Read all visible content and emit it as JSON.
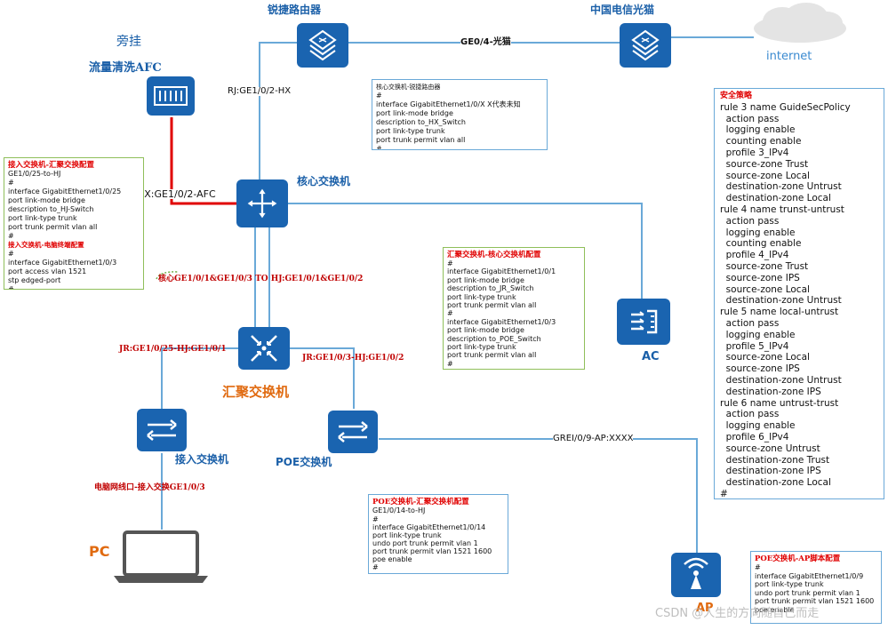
{
  "devices": {
    "router": "锐捷路由器",
    "telecom_modem": "中国电信光猫",
    "internet": "internet",
    "afc_bypass": "旁挂",
    "afc": "流量清洗AFC",
    "core_switch": "核心交换机",
    "agg_switch": "汇聚交换机",
    "access_switch": "接入交换机",
    "poe_switch": "POE交换机",
    "ac": "AC",
    "pc": "PC",
    "ap": "AP"
  },
  "links": {
    "router_modem": "GE0/4-光猫",
    "router_core": "RJ:GE1/0/2-HX",
    "afc_core": "HX:GE1/0/2-AFC",
    "core_agg": "核心GE1/0/1&GE1/0/3 TO HJ:GE1/0/1&GE1/0/2",
    "agg_access": "JR:GE1/0/25-HJ:GE1/0/1",
    "agg_poe": "JR:GE1/0/3-HJ:GE1/0/2",
    "poe_ap": "GREI/0/9-AP:XXXX",
    "pc_access": "电脑网线口-接入交换GE1/0/3"
  },
  "config_boxes": {
    "core_router": {
      "title": "核心交换机-锐捷路由器",
      "lines": [
        "#",
        "interface GigabitEthernet1/0/X  X代表未知",
        " port link-mode bridge",
        " description to_HX_Switch",
        " port link-type trunk",
        " port trunk permit vlan all",
        "#"
      ]
    },
    "access_agg": {
      "title": "接入交换机-汇聚交换配置",
      "lines": [
        "GE1/0/25-to-HJ",
        "#",
        "interface GigabitEthernet1/0/25",
        " port link-mode bridge",
        " description to_HJ-Switch",
        " port link-type trunk",
        " port trunk permit vlan all",
        "#"
      ],
      "title2": "接入交换机-电脑终端配置",
      "lines2": [
        "#",
        "interface GigabitEthernet1/0/3",
        " port access vlan 1521",
        " stp edged-port",
        "#"
      ]
    },
    "agg_core": {
      "title": "汇聚交换机-核心交换机配置",
      "lines": [
        "#",
        "interface GigabitEthernet1/0/1",
        " port link-mode bridge",
        " description to_JR_Switch",
        " port link-type trunk",
        " port trunk permit vlan all",
        "#",
        "interface GigabitEthernet1/0/3",
        " port link-mode bridge",
        " description to_POE_Switch",
        " port link-type trunk",
        " port trunk permit vlan all",
        "#"
      ]
    },
    "poe_agg": {
      "title": "POE交换机-汇聚交换机配置",
      "lines": [
        "GE1/0/14-to-HJ",
        "#",
        "interface GigabitEthernet1/0/14",
        " port link-type trunk",
        " undo port trunk permit vlan 1",
        " port trunk permit vlan 1521 1600",
        " poe enable",
        "#"
      ]
    },
    "poe_ap": {
      "title": "POE交换机-AP脚本配置",
      "lines": [
        "#",
        "interface GigabitEthernet1/0/9",
        " port link-type trunk",
        " undo port trunk permit vlan 1",
        " port trunk permit vlan 1521 1600",
        " poe enable"
      ]
    }
  },
  "security_policy": {
    "title": "安全策略",
    "lines": [
      "rule 3 name GuideSecPolicy",
      "  action pass",
      "  logging enable",
      "  counting enable",
      "  profile 3_IPv4",
      "  source-zone Trust",
      "  source-zone Local",
      "  destination-zone Untrust",
      "  destination-zone Local",
      "rule 4 name trunst-untrust",
      "  action pass",
      "  logging enable",
      "  counting enable",
      "  profile 4_IPv4",
      "  source-zone Trust",
      "  source-zone IPS",
      "  source-zone Local",
      "  destination-zone Untrust",
      "rule 5 name local-untrust",
      "  action pass",
      "  logging enable",
      "  profile 5_IPv4",
      "  source-zone Local",
      "  source-zone IPS",
      "  destination-zone Untrust",
      "  destination-zone IPS",
      "rule 6 name untrust-trust",
      "  action pass",
      "  logging enable",
      "  profile 6_IPv4",
      "  source-zone Untrust",
      "  destination-zone Trust",
      "  destination-zone IPS",
      "  destination-zone Local",
      "#"
    ]
  },
  "watermark": "CSDN @人生的方向随自己而走",
  "colors": {
    "device_blue": "#1a64b0",
    "link_blue": "#6aa9d8",
    "afc_link_red": "#e00000",
    "label_red": "#c00000",
    "label_orange": "#e06a10"
  }
}
